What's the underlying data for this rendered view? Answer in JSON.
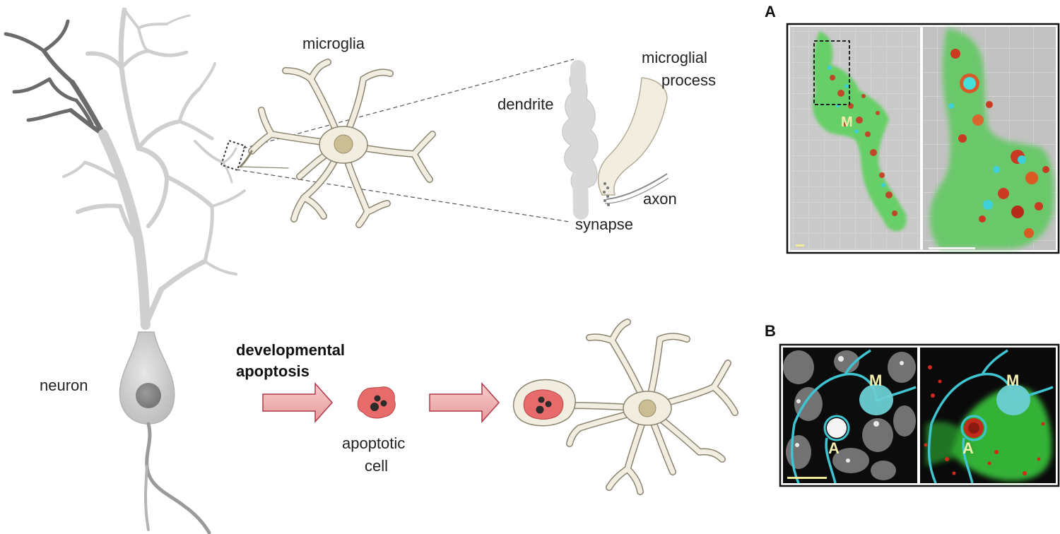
{
  "labels": {
    "microglia": "microglia",
    "microglial_process_line1": "microglial",
    "microglial_process_line2": "process",
    "dendrite": "dendrite",
    "axon": "axon",
    "synapse": "synapse",
    "neuron": "neuron",
    "developmental_line1": "developmental",
    "developmental_line2": "apoptosis",
    "apoptotic_line1": "apoptotic",
    "apoptotic_line2": "cell"
  },
  "panels": {
    "a_letter": "A",
    "a_marker": "M",
    "b_letter": "B",
    "b_marker_m_left": "M",
    "b_marker_a_left": "A",
    "b_marker_m_right": "M",
    "b_marker_a_right": "A"
  },
  "colors": {
    "neuron_fill": "#d9d9d9",
    "microglia_fill": "#f1ede0",
    "microglia_outline": "#8a846f",
    "nucleus": "#cbbd94",
    "apoptotic_cell": "#e86b6b",
    "arrow_fill": "#f0b6b6",
    "arrow_outline": "#b0384a",
    "microscopy_green": "#5fcf5f",
    "microscopy_cyan": "#3cc7d0",
    "microscopy_red": "#d9402a"
  }
}
